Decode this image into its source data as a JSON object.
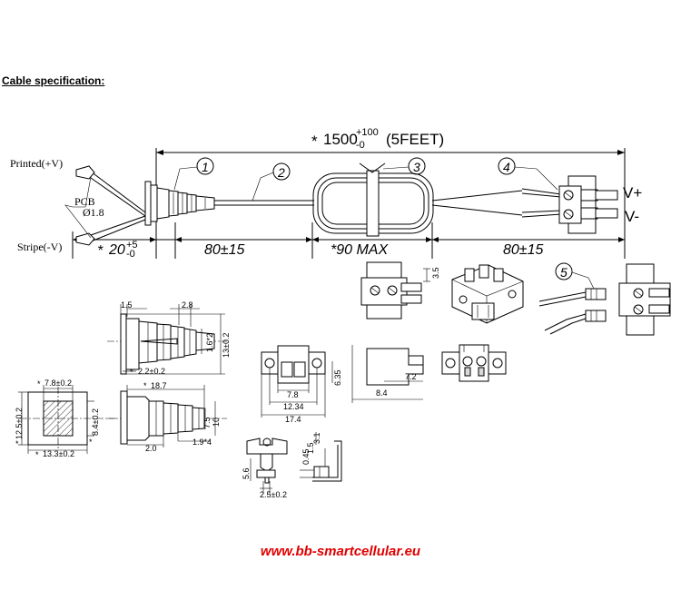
{
  "heading": "Cable specification:",
  "footer": {
    "text": "www.bb-smartcellular.eu",
    "color": "#e00000"
  },
  "overall": {
    "star": "*",
    "main": "1500",
    "upper": "+100",
    "lower": "-0",
    "note": "(5FEET)"
  },
  "segments": {
    "seg1": {
      "star": "*",
      "main": "20",
      "upper": "+5",
      "lower": "-0"
    },
    "seg2": "80±15",
    "seg3": "*90 MAX",
    "seg4": "80±15"
  },
  "callouts": [
    "1",
    "2",
    "3",
    "4",
    "5"
  ],
  "wire_labels": {
    "printed": "Printed(+V)",
    "stripe": "Stripe(-V)",
    "pcb": "PCB",
    "diameter": "Ø1.8",
    "vplus": "V+",
    "vminus": "V-"
  },
  "dims": {
    "d1_5": "1.5",
    "d2_8": "2.8",
    "d13": "13±0.2",
    "d1_6": "1.6*2",
    "d2_2": "2.2±0.2",
    "d18_7": "18.7",
    "d7_8": "7.8±0.2",
    "d12_5": "12.5±0.2",
    "d8_4a": "8.4±0.2",
    "d13_3": "13.3±0.2",
    "d10": "10",
    "d7_5": "7.5",
    "d2_0": "2.0",
    "d1_9": "1.9*4",
    "d3_5": "3.5",
    "d6_35": "6.35",
    "d7_8b": "7.8",
    "d12_34": "12.34",
    "d17_4": "17.4",
    "d7_2": "7.2",
    "d8_4b": "8.4",
    "d5_6": "5.6",
    "d2_5": "2.5±0.2",
    "d0_45": "0.45",
    "d1_5b": "1.5",
    "d3_1": "3.1",
    "star": "*"
  }
}
